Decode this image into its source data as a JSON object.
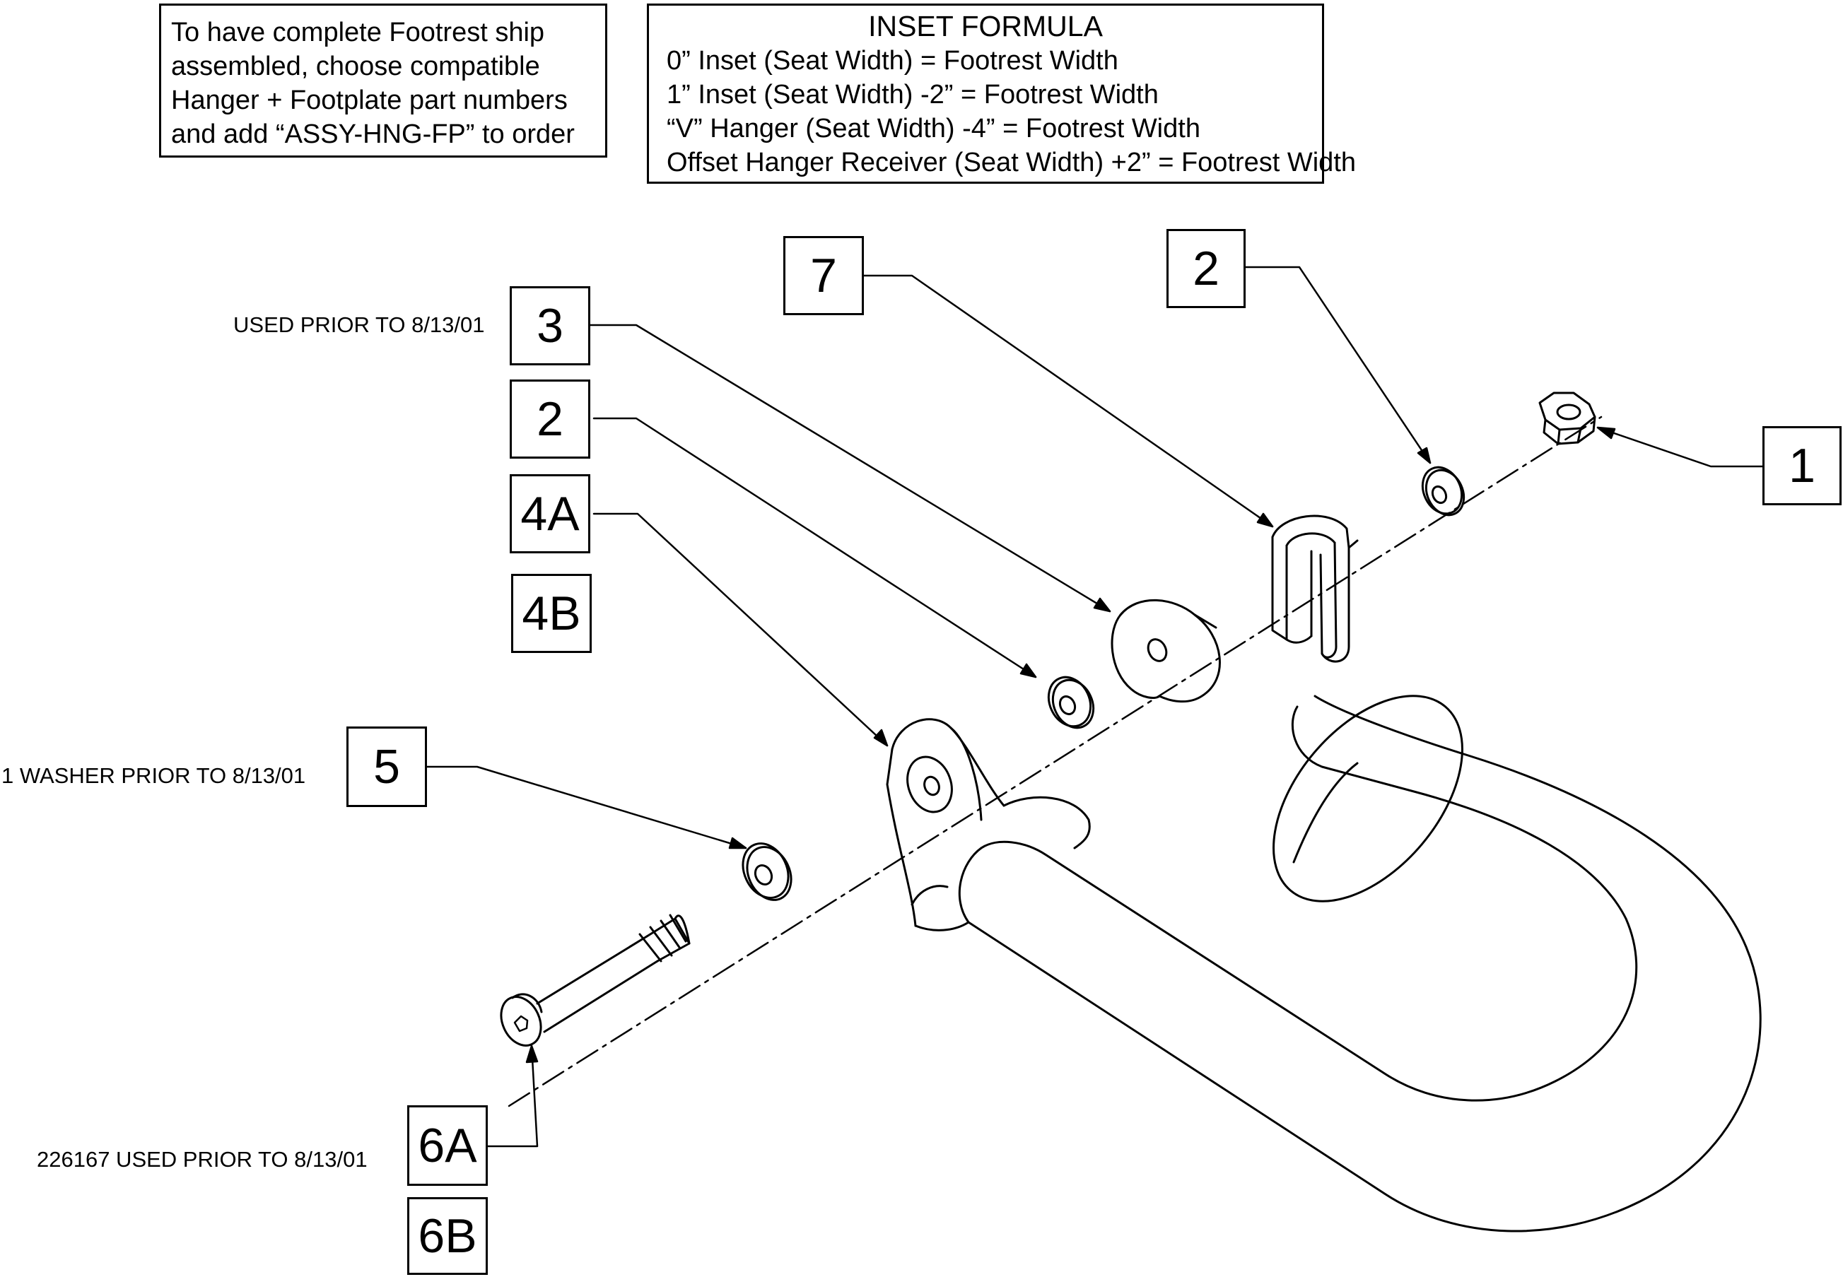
{
  "assembly_note": {
    "lines": [
      "To have complete Footrest ship",
      "assembled, choose compatible",
      "Hanger + Footplate part numbers",
      "and add “ASSY-HNG-FP” to order"
    ]
  },
  "inset_formula": {
    "title": "INSET FORMULA",
    "lines": [
      "0” Inset (Seat Width) = Footrest Width",
      "1” Inset (Seat Width) -2” = Footrest Width",
      "“V” Hanger (Seat Width) -4” = Footrest Width",
      "Offset Hanger Receiver (Seat Width) +2” = Footrest Width"
    ]
  },
  "callouts": {
    "c1": "1",
    "c2_top": "2",
    "c7": "7",
    "c3": "3",
    "c2": "2",
    "c4a": "4A",
    "c4b": "4B",
    "c5": "5",
    "c6a": "6A",
    "c6b": "6B"
  },
  "notes": {
    "c3": "USED PRIOR TO 8/13/01",
    "c5": "1 WASHER PRIOR TO 8/13/01",
    "c6a": "226167 USED PRIOR TO 8/13/01"
  }
}
